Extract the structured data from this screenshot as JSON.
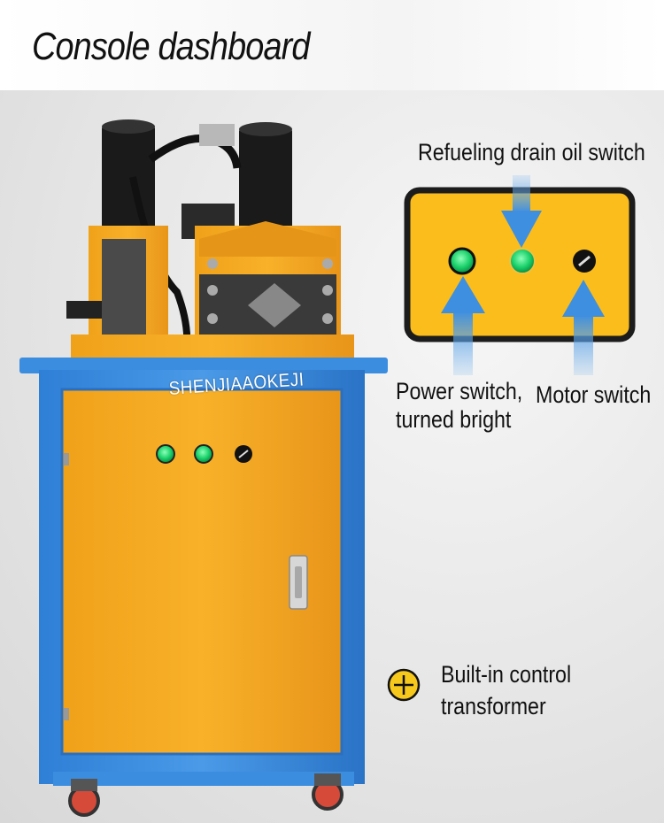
{
  "title": "Console dashboard",
  "brand": "SHENJIAAOKEJI",
  "callouts": {
    "refueling": "Refueling drain oil switch",
    "power_line1": "Power switch,",
    "power_line2": "turned bright",
    "motor": "Motor switch",
    "transformer_line1": "Built-in control",
    "transformer_line2": "transformer"
  },
  "colors": {
    "cabinet_blue": "#3d8ee0",
    "cabinet_orange": "#f5a31e",
    "panel_yellow": "#fbbd1c",
    "indicator_green": "#19d46c",
    "arrow_blue": "#4a9ce8"
  }
}
